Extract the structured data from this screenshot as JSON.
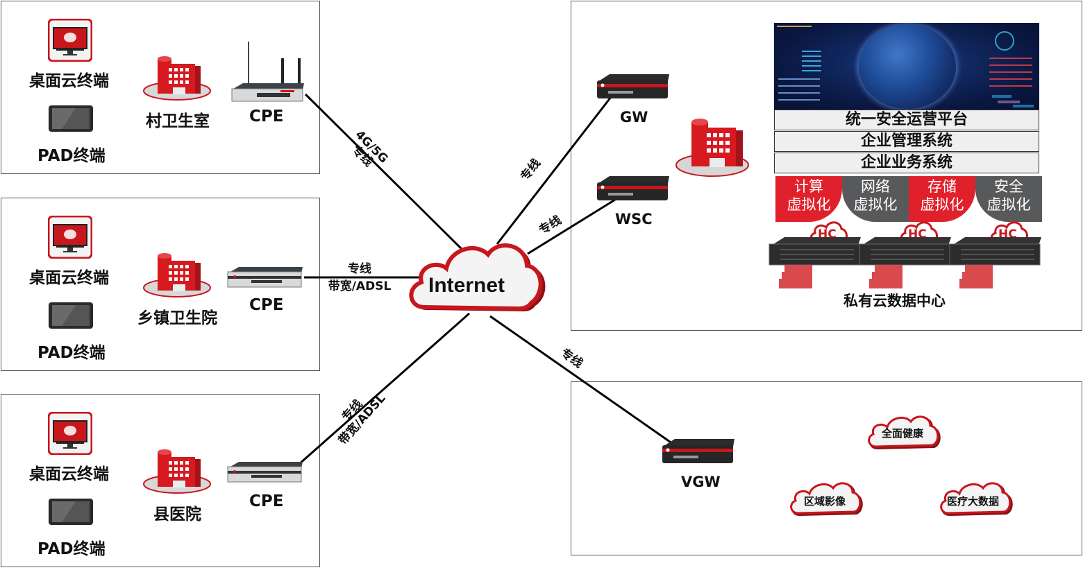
{
  "diagram": {
    "center": {
      "label": "Internet"
    },
    "branches": [
      {
        "terminals": [
          {
            "label": "桌面云终端",
            "icon": "desktop-cloud-icon"
          },
          {
            "label": "PAD终端",
            "icon": "tablet-icon"
          }
        ],
        "site": {
          "label": "村卫生室",
          "icon": "hospital-building-icon"
        },
        "device": {
          "label": "CPE",
          "icon": "cpe-router-antenna-icon"
        },
        "link": {
          "label_line1": "4G/5G",
          "label_line2": "专线"
        }
      },
      {
        "terminals": [
          {
            "label": "桌面云终端",
            "icon": "desktop-cloud-icon"
          },
          {
            "label": "PAD终端",
            "icon": "tablet-icon"
          }
        ],
        "site": {
          "label": "乡镇卫生院",
          "icon": "hospital-building-icon"
        },
        "device": {
          "label": "CPE",
          "icon": "cpe-router-icon"
        },
        "link": {
          "label_line1": "专线",
          "label_line2": "带宽/ADSL"
        }
      },
      {
        "terminals": [
          {
            "label": "桌面云终端",
            "icon": "desktop-cloud-icon"
          },
          {
            "label": "PAD终端",
            "icon": "tablet-icon"
          }
        ],
        "site": {
          "label": "县医院",
          "icon": "hospital-building-icon"
        },
        "device": {
          "label": "CPE",
          "icon": "cpe-router-icon"
        },
        "link": {
          "label_line1": "专线",
          "label_line2": "带宽/ADSL"
        }
      }
    ],
    "datacenter": {
      "gateways": [
        {
          "label": "GW",
          "link_label": "专线"
        },
        {
          "label": "WSC",
          "link_label": "专线"
        }
      ],
      "systems": [
        "统一安全运营平台",
        "企业管理系统",
        "企业业务系统"
      ],
      "virtualization": [
        {
          "line1": "计算",
          "line2": "虚拟化",
          "color": "#e0212b"
        },
        {
          "line1": "网络",
          "line2": "虚拟化",
          "color": "#58595b"
        },
        {
          "line1": "存储",
          "line2": "虚拟化",
          "color": "#e0212b"
        },
        {
          "line1": "安全",
          "line2": "虚拟化",
          "color": "#58595b"
        }
      ],
      "server_badge": "HC",
      "label": "私有云数据中心"
    },
    "services": {
      "gateway": {
        "label": "VGW",
        "link_label": "专线"
      },
      "clouds": [
        "全面健康",
        "区域影像",
        "医疗大数据"
      ]
    },
    "colors": {
      "accent_red": "#d71920",
      "dark_grey": "#58595b",
      "line": "#000000"
    }
  }
}
